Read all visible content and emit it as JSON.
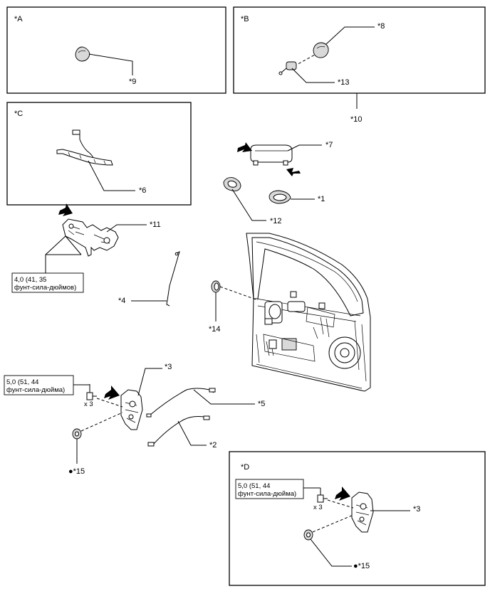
{
  "panels": {
    "a": "*A",
    "b": "*B",
    "c": "*C",
    "d": "*D"
  },
  "callouts": {
    "p1": "*1",
    "p2": "*2",
    "p3": "*3",
    "p3d": "*3",
    "p4": "*4",
    "p5": "*5",
    "p6": "*6",
    "p7": "*7",
    "p8": "*8",
    "p9": "*9",
    "p10": "*10",
    "p11": "*11",
    "p12": "*12",
    "p13": "*13",
    "p14": "*14",
    "p15": "●*15",
    "p15d": "●*15"
  },
  "torque": {
    "handle_frame": [
      "4,0 (41, 35",
      "фунт-сила-дюймов)"
    ],
    "lock_main": [
      "5,0 (51, 44",
      "фунт-сила-дюйма)"
    ],
    "lock_d": [
      "5,0 (51, 44",
      "фунт-сила-дюйма)"
    ]
  },
  "quantity": {
    "main": "x 3",
    "d": "x 3"
  }
}
